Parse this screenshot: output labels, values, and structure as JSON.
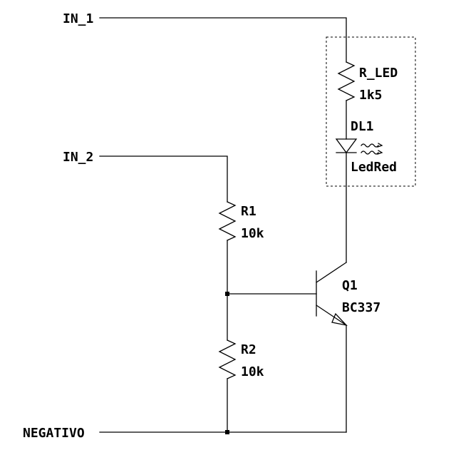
{
  "nets": {
    "in1": "IN_1",
    "in2": "IN_2",
    "negativo": "NEGATIVO"
  },
  "components": {
    "r_led": {
      "ref": "R_LED",
      "value": "1k5"
    },
    "dl1": {
      "ref": "DL1",
      "value": "LedRed"
    },
    "r1": {
      "ref": "R1",
      "value": "10k"
    },
    "r2": {
      "ref": "R2",
      "value": "10k"
    },
    "q1": {
      "ref": "Q1",
      "value": "BC337"
    }
  }
}
